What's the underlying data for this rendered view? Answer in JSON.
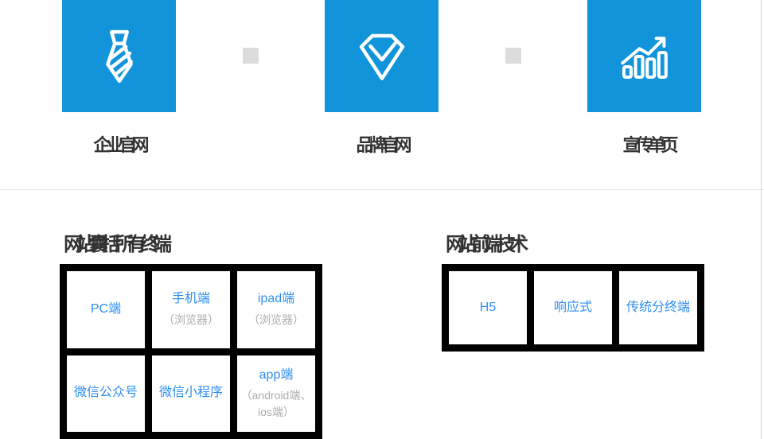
{
  "colors": {
    "tile_blue": "#1294db",
    "icon_white": "#ffffff",
    "separator_gray": "#dcdcdc",
    "label_dark": "#333333",
    "grid_border_black": "#000000",
    "cell_title_blue": "#2e8ff2",
    "cell_sub_gray": "#adadad",
    "divider_gray": "#e4e4e4"
  },
  "top_section": {
    "tiles": [
      {
        "icon": "tie-icon",
        "label": "企业官网"
      },
      {
        "icon": "gem-icon",
        "label": "品牌官网"
      },
      {
        "icon": "bar-chart-icon",
        "label": "宣传单页"
      }
    ]
  },
  "terminals_section": {
    "heading": "网站囊括所有终端",
    "cells": [
      {
        "title": "PC端",
        "subtitle": ""
      },
      {
        "title": "手机端",
        "subtitle": "（浏览器）"
      },
      {
        "title": "ipad端",
        "subtitle": "（浏览器）"
      },
      {
        "title": "微信公众号",
        "subtitle": ""
      },
      {
        "title": "微信小程序",
        "subtitle": ""
      },
      {
        "title": "app端",
        "subtitle": "（android端、ios端）"
      }
    ]
  },
  "tech_section": {
    "heading": "网站前端技术",
    "cells": [
      {
        "title": "H5"
      },
      {
        "title": "响应式"
      },
      {
        "title": "传统分终端"
      }
    ]
  }
}
